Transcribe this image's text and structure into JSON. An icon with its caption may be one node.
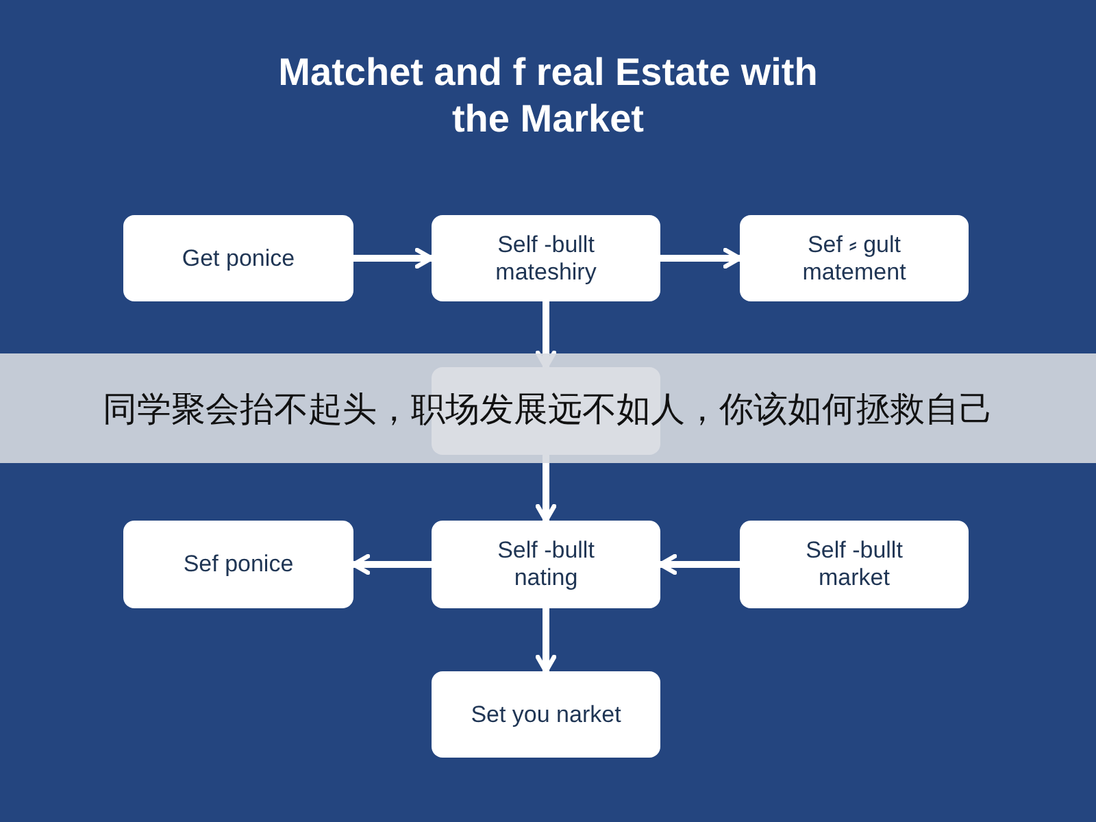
{
  "diagram": {
    "title": "Matchet and f real Estate with the Market",
    "nodes": [
      {
        "text": [
          "Get ponice"
        ]
      },
      {
        "text": [
          "Self -bullt mateshiry"
        ]
      },
      {
        "text": [
          "Sef ⸗ gult matement"
        ]
      },
      {
        "text": [],
        "shape": "box"
      },
      {
        "text": [
          "Sef ponice"
        ]
      },
      {
        "text": [
          "Self -bullt nating"
        ]
      },
      {
        "text": [
          "Self -bullt market"
        ]
      },
      {
        "text": [
          "Set you narket"
        ]
      }
    ],
    "edges": [
      {
        "from": 0,
        "to": 1,
        "arrow": "to"
      },
      {
        "from": 1,
        "to": 2,
        "arrow": "to"
      },
      {
        "from": 1,
        "to": 3,
        "arrow": "to"
      },
      {
        "from": 3,
        "to": 5,
        "arrow": "to"
      },
      {
        "from": 6,
        "to": 5,
        "arrow": "to"
      },
      {
        "from": 5,
        "to": 4,
        "arrow": "to"
      },
      {
        "from": 5,
        "to": 7,
        "arrow": "to"
      }
    ],
    "labels": [
      "同学聚会抬不起头，职场发展远不如人，你该如何拯救自己"
    ]
  }
}
